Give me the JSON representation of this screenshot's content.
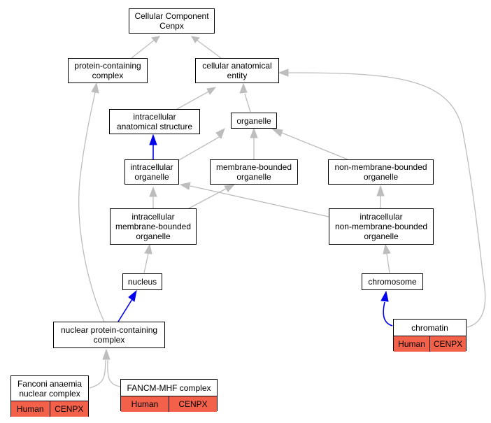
{
  "colors": {
    "edge_gray": "#bdbdbd",
    "edge_blue": "#0000ee",
    "annotation_fill": "#f4614b"
  },
  "nodes": {
    "root": [
      "Cellular Component",
      "Cenpx"
    ],
    "protein_containing_complex": [
      "protein-containing",
      "complex"
    ],
    "cellular_anatomical_entity": [
      "cellular anatomical",
      "entity"
    ],
    "intracellular_anatomical_structure": [
      "intracellular",
      "anatomical structure"
    ],
    "organelle": [
      "organelle"
    ],
    "intracellular_organelle": [
      "intracellular",
      "organelle"
    ],
    "membrane_bounded_organelle": [
      "membrane-bounded",
      "organelle"
    ],
    "non_membrane_bounded_organelle": [
      "non-membrane-bounded",
      "organelle"
    ],
    "intracellular_membrane_bounded_organelle": [
      "intracellular",
      "membrane-bounded",
      "organelle"
    ],
    "intracellular_non_membrane_bounded_organelle": [
      "intracellular",
      "non-membrane-bounded",
      "organelle"
    ],
    "nucleus": [
      "nucleus"
    ],
    "chromosome": [
      "chromosome"
    ],
    "nuclear_protein_containing_complex": [
      "nuclear protein-containing",
      "complex"
    ]
  },
  "annotated_nodes": {
    "chromatin": {
      "title": [
        "chromatin"
      ],
      "species": "Human",
      "gene": "CENPX"
    },
    "fanconi_anaemia_nuclear_complex": {
      "title": [
        "Fanconi anaemia",
        "nuclear complex"
      ],
      "species": "Human",
      "gene": "CENPX"
    },
    "fancm_mhf_complex": {
      "title": [
        "FANCM-MHF complex"
      ],
      "species": "Human",
      "gene": "CENPX"
    }
  }
}
